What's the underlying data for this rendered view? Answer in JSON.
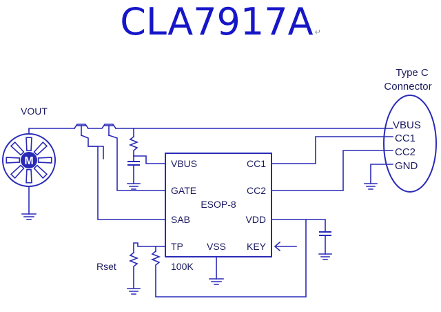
{
  "title": "CLA7917A",
  "title_mark": "↵",
  "chip": {
    "package": "ESOP-8",
    "pins_left": [
      "VBUS",
      "GATE",
      "SAB",
      "TP"
    ],
    "pins_right": [
      "CC1",
      "CC2",
      "VDD",
      "KEY"
    ],
    "pin_bottom": "VSS"
  },
  "labels": {
    "vout": "VOUT",
    "motor": "M",
    "rset": "Rset",
    "resistor_value": "100K"
  },
  "connector": {
    "title_line1": "Type C",
    "title_line2": "Connector",
    "pins": [
      "VBUS",
      "CC1",
      "CC2",
      "GND"
    ]
  },
  "colors": {
    "title": "#1616c8",
    "wire": "#2a2ab8",
    "text": "#1a1a60"
  }
}
